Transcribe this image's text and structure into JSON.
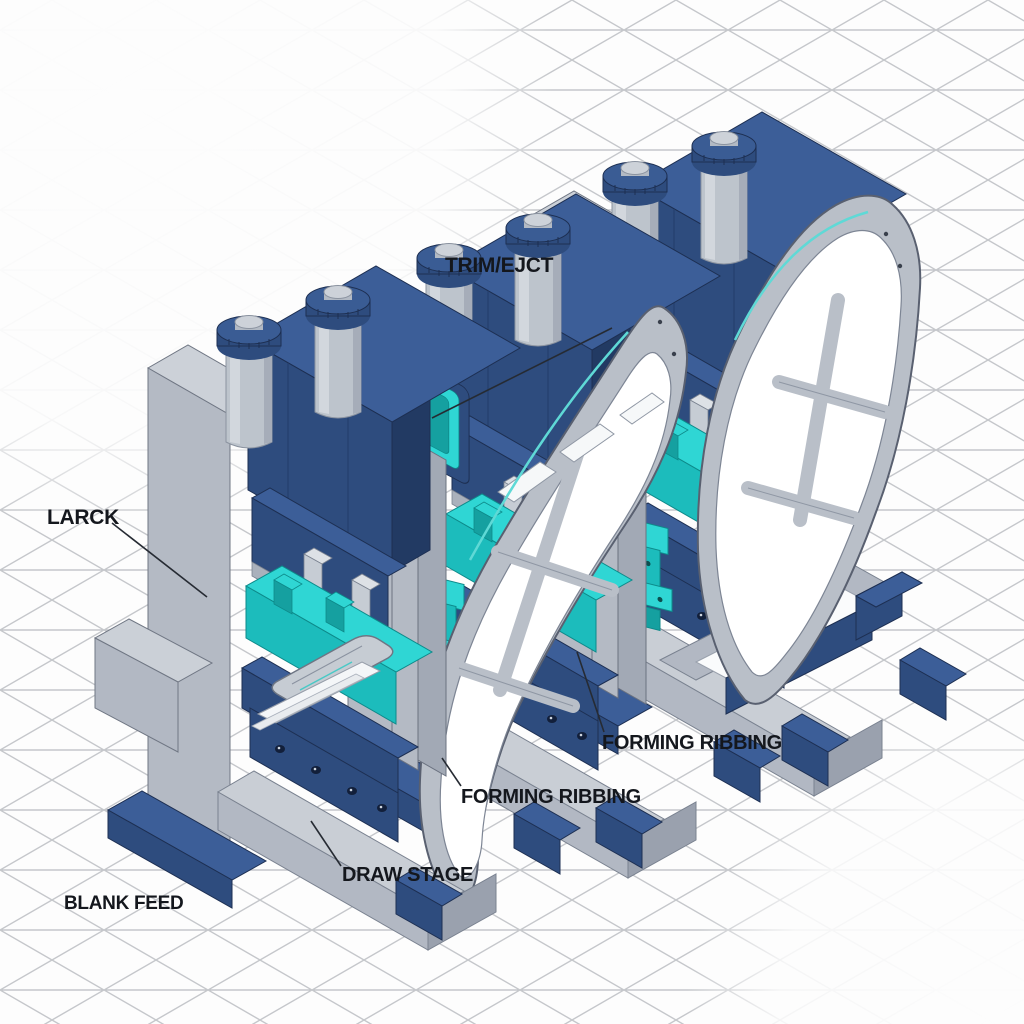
{
  "diagram": {
    "type": "isometric-technical-illustration",
    "subject": "Three-station stamping press line forming vehicle door panels",
    "labels": [
      {
        "id": "trim-ejct",
        "text": "TRIM/EJCT"
      },
      {
        "id": "larck",
        "text": "LARCK"
      },
      {
        "id": "forming-ribbing-1",
        "text": "FORMING RIBBING"
      },
      {
        "id": "forming-ribbing-2",
        "text": "FORMING RIBBING"
      },
      {
        "id": "draw-stage",
        "text": "DRAW STAGE"
      },
      {
        "id": "blank-feed",
        "text": "BLANK FEED"
      }
    ],
    "palette": {
      "machine_navy": "#2e4c7e",
      "machine_navy_light": "#3c5e98",
      "machine_navy_dark": "#223a63",
      "steel_gray": "#b4bac4",
      "steel_gray_light": "#ccd1d8",
      "steel_gray_dark": "#9aa1ae",
      "teal": "#1cbcbc",
      "teal_light": "#2fd6d4",
      "teal_dark": "#0d8a8a",
      "blank_sheet_white": "#f4f6f8",
      "grid_line": "#c5c7cb",
      "background": "#fdfdfd",
      "label_text": "#14171d",
      "leader_line": "#262b33"
    },
    "grid": {
      "style": "isometric-diamond",
      "visible": true
    }
  }
}
